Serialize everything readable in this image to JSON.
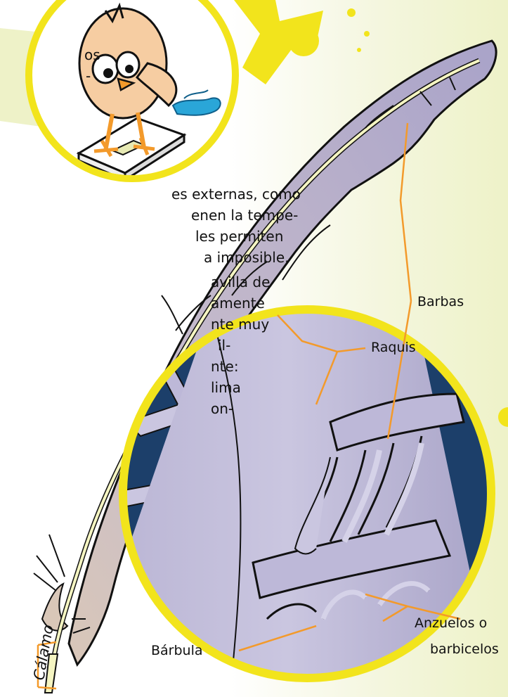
{
  "colors": {
    "accent_yellow": "#f2e41c",
    "leader_orange": "#f39a2b",
    "feather_purple": "#b8b1cf",
    "navy": "#1c3f6a",
    "panel_green": "#eef2c8",
    "rachis_yellow": "#f5f5c2",
    "bird_body": "#f6cda2",
    "blue_scraps": "#2aa6d8"
  },
  "icons": {
    "bird": "cartoon-bird-icon",
    "scraps": "blue-feather-scraps-icon"
  },
  "text": {
    "top_fragment_line1": "os",
    "top_fragment_line2": "-",
    "body_lines": [
      "es externas, como",
      "enen la tempe-",
      " les permiten",
      "a imposible.",
      "avilla de",
      "amente",
      "nte muy",
      "il-",
      "nte:",
      "lima",
      "on-"
    ]
  },
  "labels": {
    "barbas": "Barbas",
    "raquis": "Raquis",
    "calamo": "Cálamo",
    "barbula": "Bárbula",
    "anzuelos_line1": "Anzuelos o",
    "anzuelos_line2": "barbicelos"
  }
}
